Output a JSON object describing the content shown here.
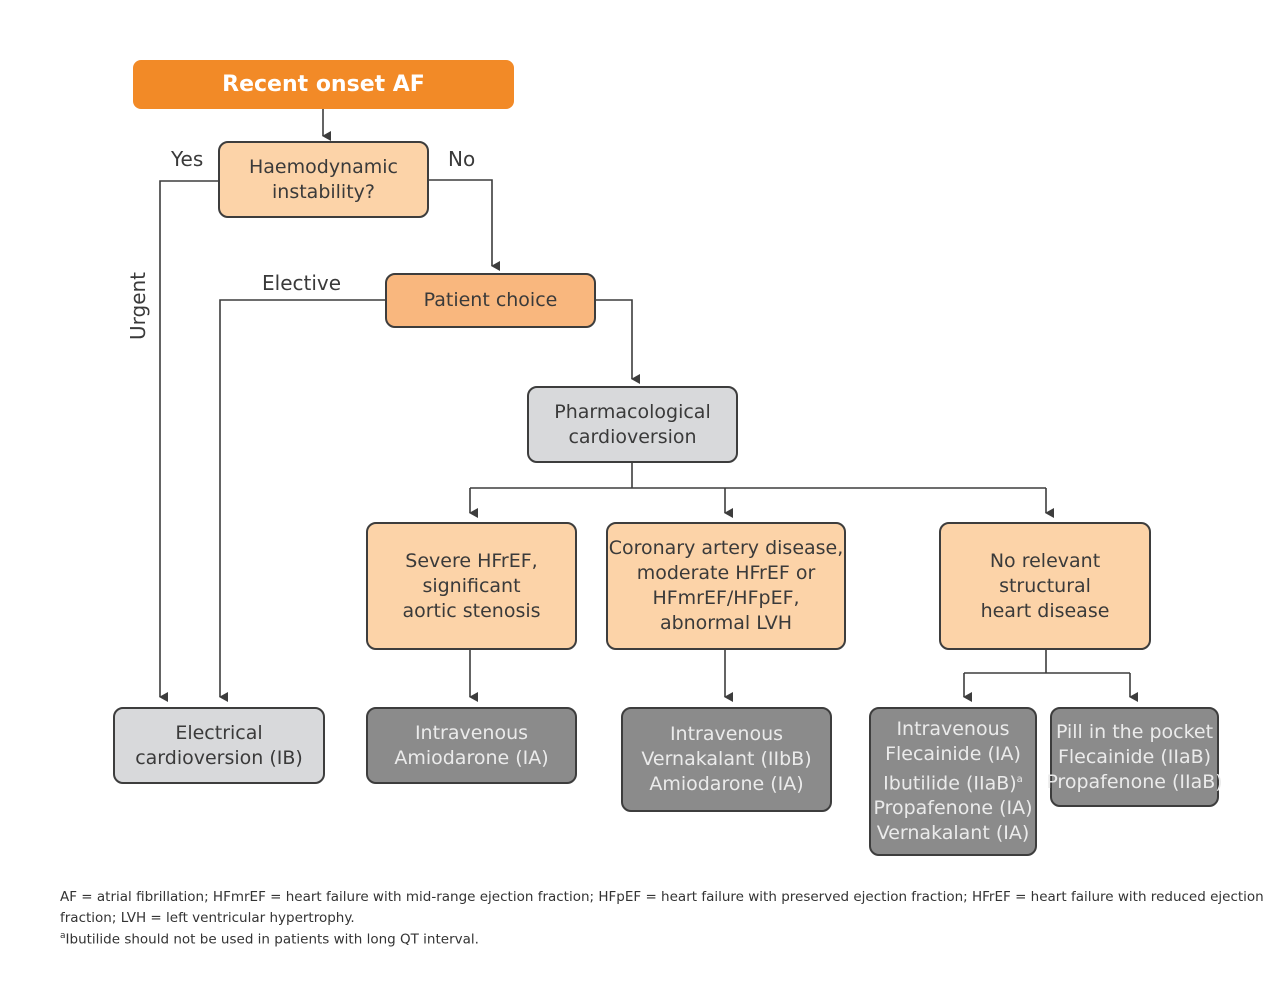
{
  "title": "Recent onset AF",
  "labels": {
    "yes": "Yes",
    "no": "No",
    "urgent": "Urgent",
    "elective": "Elective"
  },
  "nodes": {
    "haemodynamic": [
      "Haemodynamic",
      "instability?"
    ],
    "patient_choice": [
      "Patient choice"
    ],
    "pharmacological": [
      "Pharmacological",
      "cardioversion"
    ],
    "severe_hfref": [
      "Severe HFrEF,",
      "significant",
      "aortic stenosis"
    ],
    "coronary": [
      "Coronary artery disease,",
      "moderate HFrEF or",
      "HFmrEF/HFpEF,",
      "abnormal LVH"
    ],
    "no_relevant": [
      "No relevant",
      "structural",
      "heart disease"
    ],
    "electrical": [
      "Electrical",
      "cardioversion (IB)"
    ],
    "iv_amiodarone": [
      "Intravenous",
      "Amiodarone (IA)"
    ],
    "iv_vernakalant": [
      "Intravenous",
      "Vernakalant (IIbB)",
      "Amiodarone (IA)"
    ],
    "iv_flecainide": [
      "Intravenous",
      "Flecainide (IA)",
      "Ibutilide (IIaB)",
      "Propafenone (IA)",
      "Vernakalant (IA)"
    ],
    "pill_pocket": [
      "Pill in the pocket",
      "Flecainide (IIaB)",
      "Propafenone (IIaB)"
    ]
  },
  "ibutilide_superscript": "a",
  "footnote": {
    "line1": "AF = atrial fibrillation; HFmrEF = heart failure with mid-range ejection fraction; HFpEF = heart failure with preserved ejection fraction; HFrEF = heart failure with reduced ejection",
    "line2": "fraction; LVH = left ventricular hypertrophy.",
    "line3_marker": "a",
    "line3": "Ibutilide should not be used in patients with long QT interval."
  },
  "colors": {
    "title_orange": "#f28a27",
    "peach": "#fcd3a8",
    "peach_dark": "#f9b77e",
    "light_grey": "#d8d9db",
    "dark_grey": "#8b8b8b",
    "line": "#3d3d3d"
  }
}
